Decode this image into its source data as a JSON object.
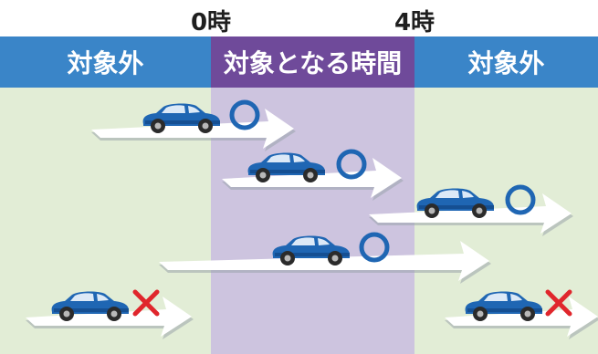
{
  "time_labels": {
    "start": "0時",
    "end": "4時"
  },
  "header": {
    "left": "対象外",
    "center": "対象となる時間",
    "right": "対象外"
  },
  "colors": {
    "outside_header": "#3a85c8",
    "target_header": "#6f4a9a",
    "outside_zone": "#e2edd6",
    "target_zone": "#cdc4df",
    "car_body": "#1f66b3",
    "car_dark": "#154f92",
    "circle_mark": "#1f66b3",
    "cross_mark": "#e0262c"
  },
  "rows": [
    {
      "mark": "circle-icon",
      "result": "ok"
    },
    {
      "mark": "circle-icon",
      "result": "ok"
    },
    {
      "mark": "circle-icon",
      "result": "ok"
    },
    {
      "mark": "circle-icon",
      "result": "ok"
    },
    {
      "mark": "cross-icon",
      "result": "ng"
    },
    {
      "mark": "cross-icon",
      "result": "ng"
    }
  ]
}
